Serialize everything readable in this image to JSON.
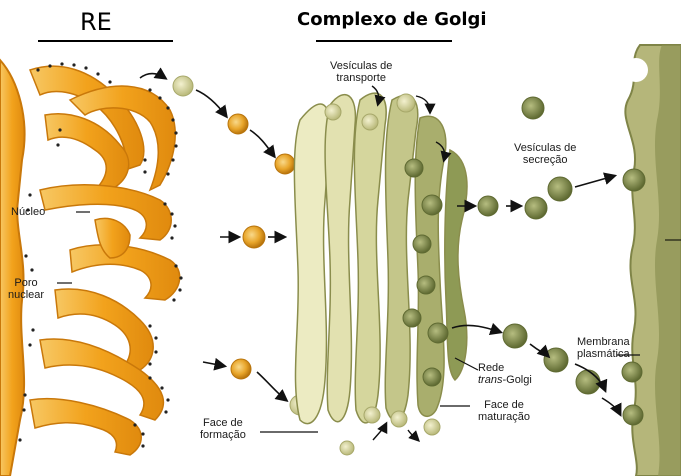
{
  "titles": {
    "re": "RE",
    "golgi": "Complexo de Golgi"
  },
  "labels": {
    "vesiculas_transporte_1": "Vesículas de",
    "vesiculas_transporte_2": "transporte",
    "vesiculas_secrecao_1": "Vesículas de",
    "vesiculas_secrecao_2": "secreção",
    "nucleo": "Núcleo",
    "poro_1": "Poro",
    "poro_2": "nuclear",
    "rede_1": "Rede",
    "rede_2_italic": "trans",
    "rede_2_rest": "-Golgi",
    "membrana_1": "Membrana",
    "membrana_2": "plasmática",
    "face_formacao_1": "Face de",
    "face_formacao_2": "formação",
    "face_maturacao_1": "Face de",
    "face_maturacao_2": "maturação"
  },
  "colors": {
    "er_fill": "#f2a21c",
    "er_edge": "#c9780a",
    "er_light": "#f7c864",
    "golgi_fill_light": "#e7e6b4",
    "golgi_fill_mid": "#c8c98a",
    "golgi_fill_dark": "#8e9a55",
    "membrane": "#a7a86a",
    "ribosome": "#222222",
    "arrow": "#111111"
  }
}
